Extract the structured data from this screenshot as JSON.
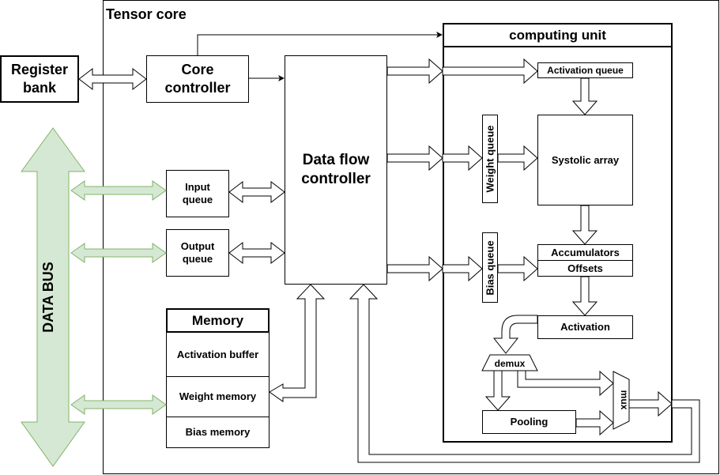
{
  "tensor_core": {
    "label": "Tensor core"
  },
  "register_bank": {
    "label": "Register bank"
  },
  "core_controller": {
    "label": "Core controller"
  },
  "data_flow_controller": {
    "label": "Data flow controller"
  },
  "input_queue": {
    "label": "Input queue"
  },
  "output_queue": {
    "label": "Output queue"
  },
  "memory": {
    "title": "Memory",
    "items": [
      "Activation buffer",
      "Weight memory",
      "Bias memory"
    ]
  },
  "data_bus": {
    "label": "DATA BUS",
    "color": "#d5e8d4",
    "stroke": "#82b366"
  },
  "computing_unit": {
    "title": "computing unit",
    "activation_queue": "Activation queue",
    "weight_queue": "Weight queue",
    "systolic_array": "Systolic array",
    "bias_queue": "Bias queue",
    "accumulators": "Accumulators",
    "offsets": "Offsets",
    "activation": "Activation",
    "demux": "demux",
    "pooling": "Pooling",
    "mux": "mux"
  }
}
